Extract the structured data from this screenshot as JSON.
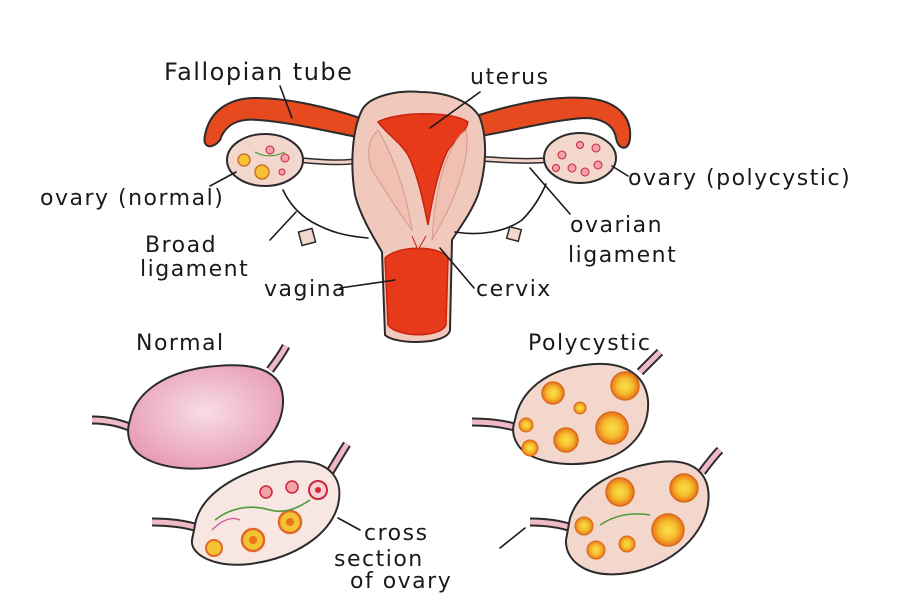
{
  "labels": {
    "fallopian_tube": "Fallopian tube",
    "uterus": "uterus",
    "ovary_normal": "ovary (normal)",
    "ovary_polycystic": "ovary (polycystic)",
    "broad_ligament_1": "Broad",
    "broad_ligament_2": "ligament",
    "ovarian_ligament_1": "ovarian",
    "ovarian_ligament_2": "ligament",
    "vagina": "vagina",
    "cervix": "cervix",
    "normal": "Normal",
    "polycystic": "Polycystic",
    "cross_section_1": "cross",
    "cross_section_2": "section",
    "cross_section_3": "of ovary"
  },
  "colors": {
    "uterus_red": "#e63a1a",
    "uterus_dark": "#c9230f",
    "tissue_pink": "#f1c8bc",
    "ovary_pink": "#f2b9c8",
    "cyst_orange": "#f08a20",
    "cyst_yellow": "#f7d23a",
    "follicle_red": "#d9263a",
    "ligament_green": "#4c9a3a",
    "ink": "#1a1a1a"
  }
}
